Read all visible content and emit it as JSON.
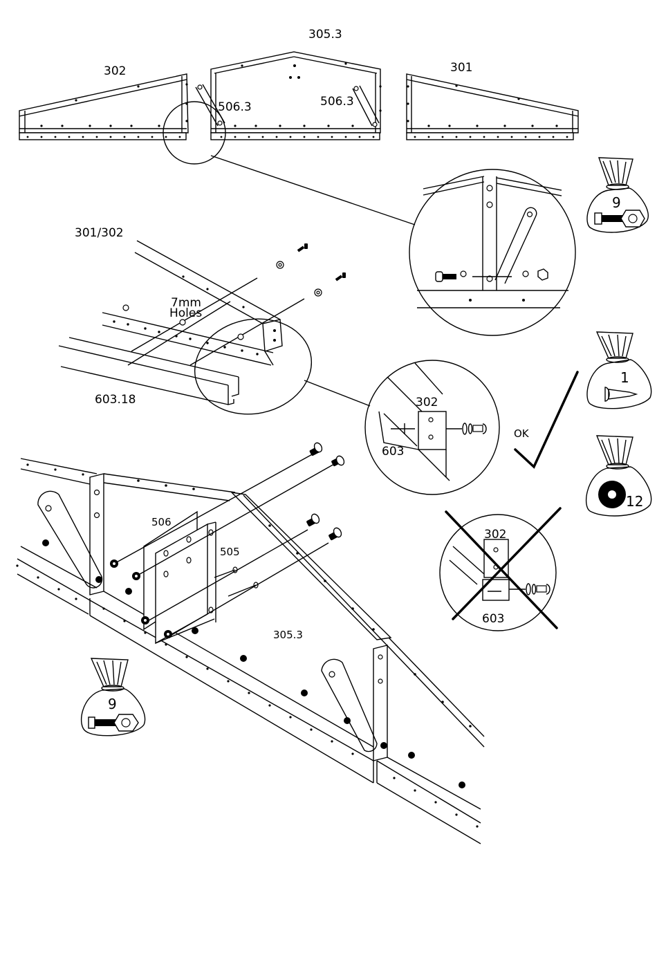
{
  "labels": {
    "part_305_3_top": "305.3",
    "part_302_top": "302",
    "part_301_top": "301",
    "part_506_3_left": "506.3",
    "part_506_3_right": "506.3",
    "part_301_302": "301/302",
    "holes_line1": "7mm",
    "holes_line2": "Holes",
    "part_603_18": "603.18",
    "detail_ok_302": "302",
    "detail_ok_603": "603",
    "ok_text": "OK",
    "detail_bad_302": "302",
    "detail_bad_603": "603",
    "part_506": "506",
    "part_505": "505",
    "part_305_3_main": "305.3"
  },
  "bags": [
    {
      "id": "bolt-nut-bag-top",
      "count": "9"
    },
    {
      "id": "screw-bag",
      "count": "1"
    },
    {
      "id": "washer-bag",
      "count": "12"
    },
    {
      "id": "bolt-nut-bag-bottom",
      "count": "9"
    }
  ]
}
